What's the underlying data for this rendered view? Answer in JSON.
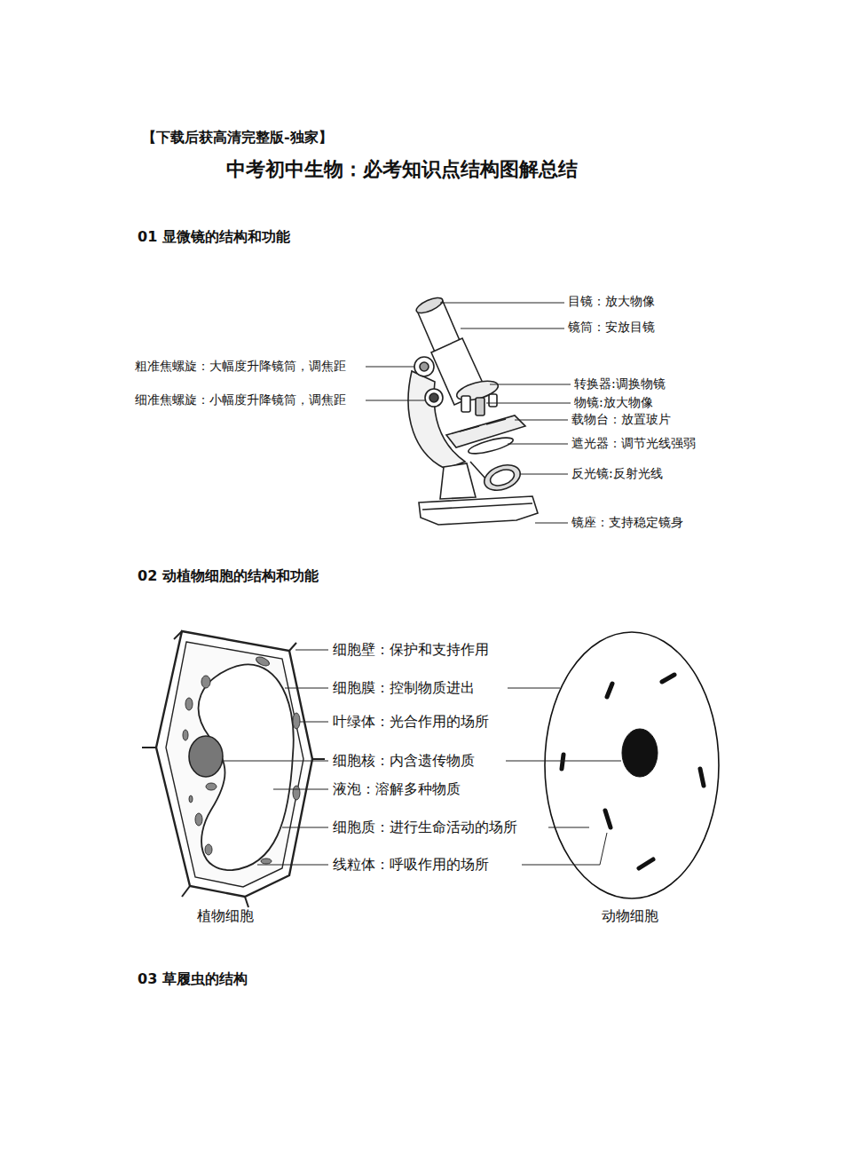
{
  "diagram": {
    "title": "中考初中生物：必考知识点结构图解总结",
    "labels": [
      "【下载后获高清完整版-独家】",
      "01 显微镜的结构和功能",
      "目镜：放大物像",
      "镜筒：安放目镜",
      "粗准焦螺旋：大幅度升降镜筒，调焦距",
      "细准焦螺旋：小幅度升降镜筒，调焦距",
      "转换器:调换物镜",
      "物镜:放大物像",
      "载物台：放置玻片",
      "遮光器：调节光线强弱",
      "反光镜:反射光线",
      "镜座：支持稳定镜身",
      "02 动植物细胞的结构和功能",
      "细胞壁：保护和支持作用",
      "细胞膜：控制物质进出",
      "叶绿体：光合作用的场所",
      "细胞核：内含遗传物质",
      "液泡：溶解多种物质",
      "细胞质：进行生命活动的场所",
      "线粒体：呼吸作用的场所",
      "植物细胞",
      "动物细胞",
      "03 草履虫的结构"
    ]
  }
}
